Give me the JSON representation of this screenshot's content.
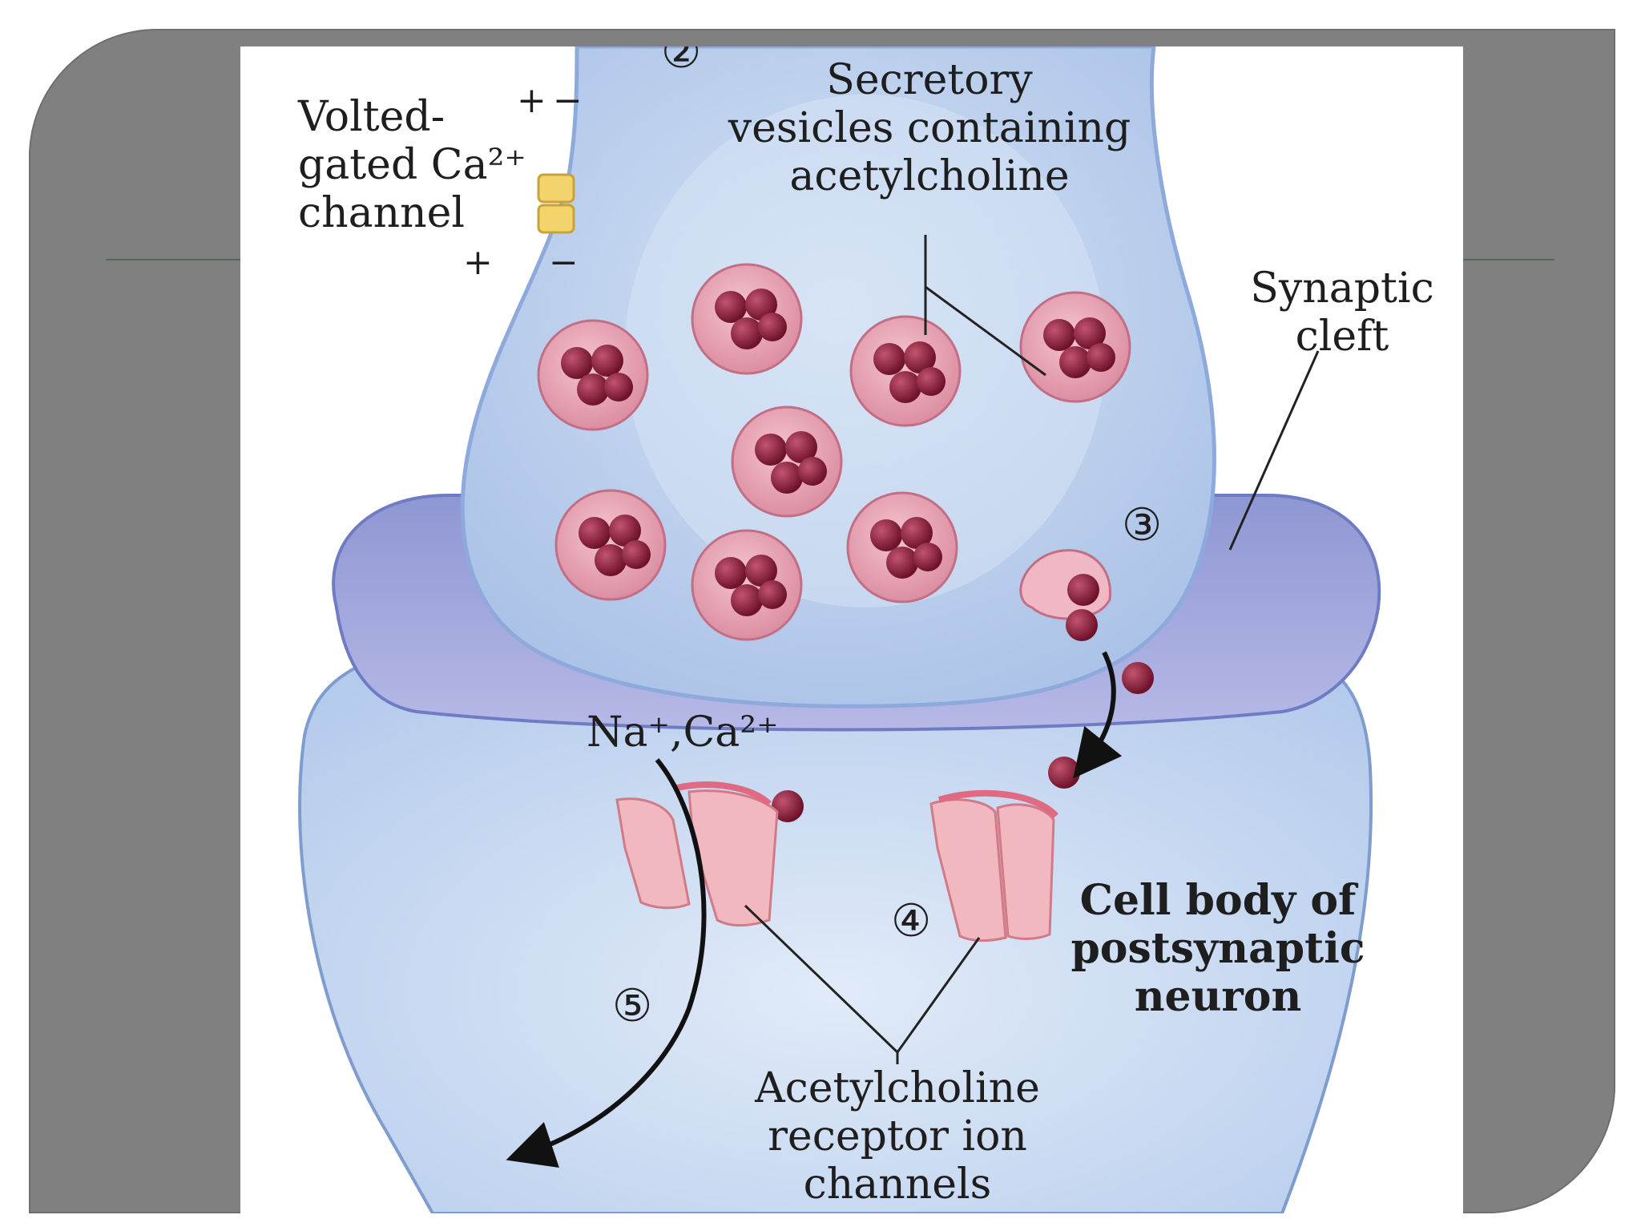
{
  "labels": {
    "ca_channel": "Volted-\ngated Ca²⁺\nchannel",
    "vesicles": "Secretory\nvesicles containing\nacetylcholine",
    "cleft": "Synaptic\ncleft",
    "ions": "Na⁺,Ca²⁺",
    "cell_body": "Cell body of\npostsynaptic\nneuron",
    "receptors": "Acetylcholine\nreceptor ion\nchannels"
  },
  "charges": {
    "top_plus": "+",
    "top_minus": "−",
    "bottom_plus": "+",
    "bottom_minus": "−"
  },
  "steps": {
    "s2": "②",
    "s3": "③",
    "s4": "④",
    "s5": "⑤"
  },
  "colors": {
    "slide_background": "#808080",
    "terminal": "#b7cdec",
    "cleft": "#a3a9dc",
    "postsynaptic": "#c4d6ef",
    "vesicle": "#e9a8b8",
    "acetylcholine": "#8a1f3a",
    "receptor": "#f2b8bf",
    "ca_channel": "#f3d36b"
  }
}
